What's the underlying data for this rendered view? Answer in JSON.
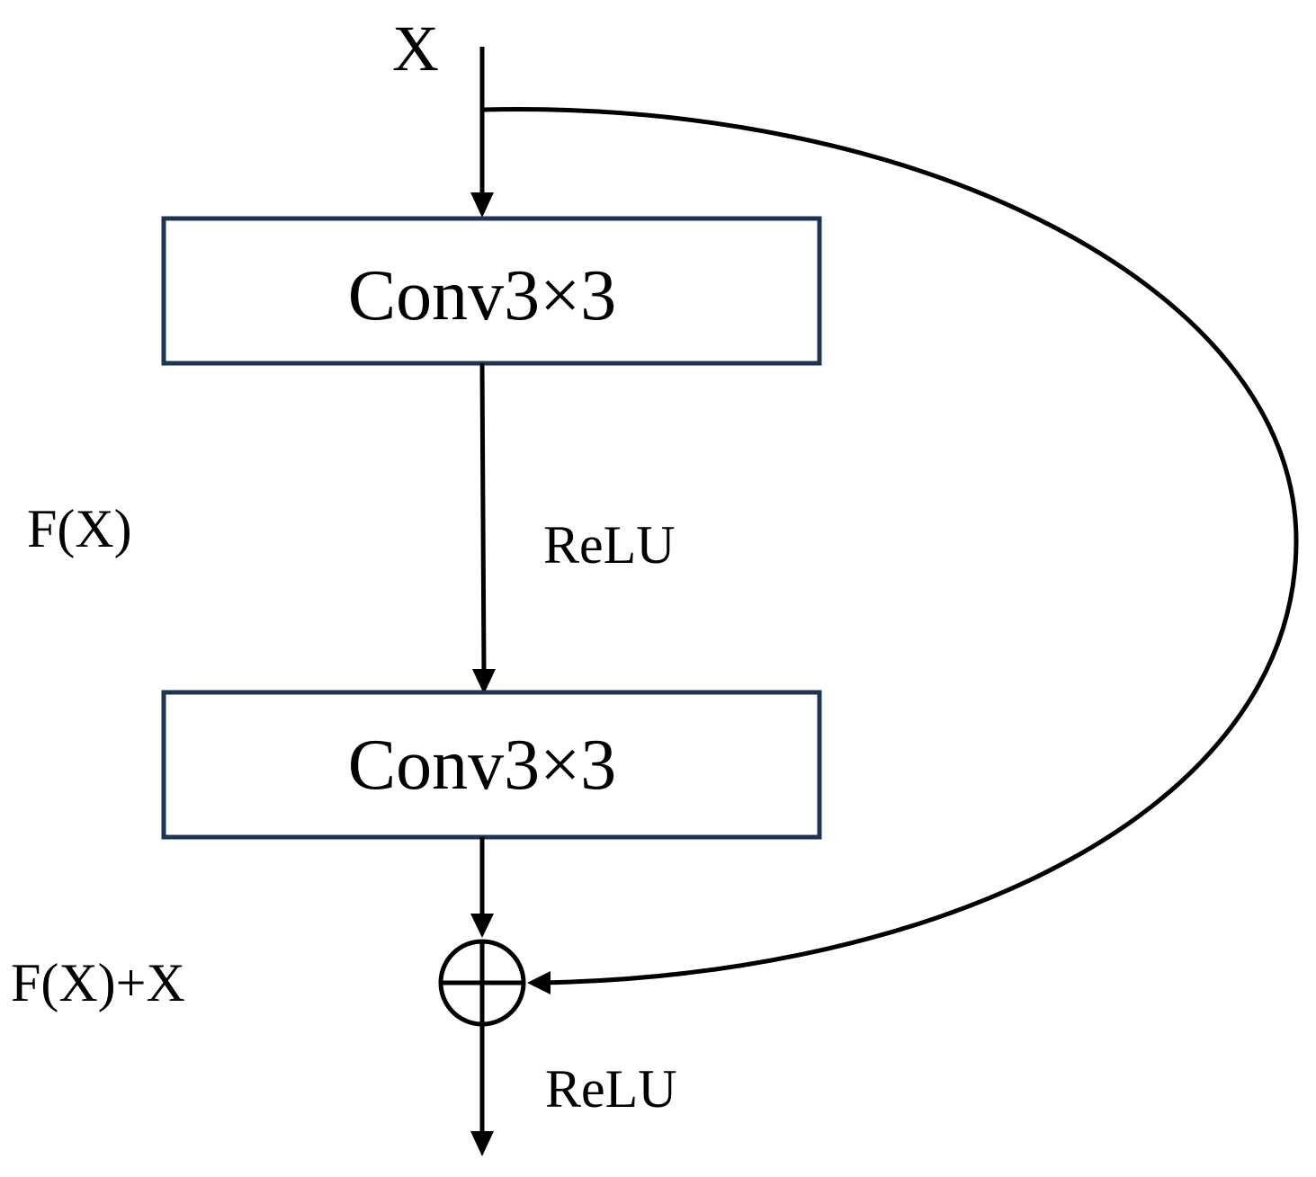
{
  "diagram": {
    "input_label": "X",
    "block_1_label": "Conv3×3",
    "activation_1_label": "ReLU",
    "block_2_label": "Conv3×3",
    "residual_label": "F(X)",
    "sum_label": "F(X)+X",
    "activation_2_label": "ReLU"
  },
  "colors": {
    "box_border": "#1f3450",
    "line": "#000000",
    "background": "#ffffff"
  }
}
